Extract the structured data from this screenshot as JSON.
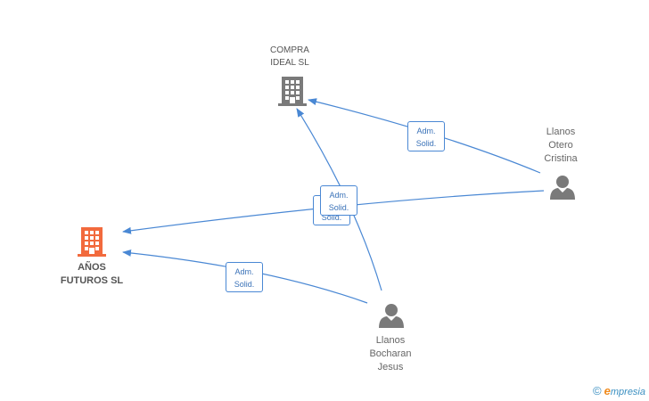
{
  "nodes": {
    "compra": {
      "lines": [
        "COMPRA",
        "IDEAL SL"
      ]
    },
    "anos": {
      "lines": [
        "AÑOS",
        "FUTUROS SL"
      ]
    },
    "otero": {
      "lines": [
        "Llanos",
        "Otero",
        "Cristina"
      ]
    },
    "bocharan": {
      "lines": [
        "Llanos",
        "Bocharan",
        "Jesus"
      ]
    }
  },
  "relation_label": {
    "line1": "Adm.",
    "line2": "Solid."
  },
  "colors": {
    "edge": "#4a88d4",
    "company": "#7a7a7a",
    "focus_company": "#f26a3d",
    "person": "#7a7a7a"
  },
  "watermark": {
    "copyright": "©",
    "brand_initial": "e",
    "brand_rest": "mpresia"
  }
}
